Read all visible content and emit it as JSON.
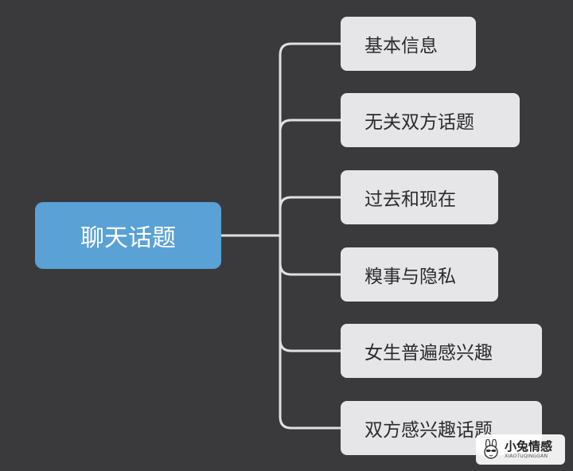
{
  "mindmap": {
    "root": {
      "label": "聊天话题",
      "color": "#5aa1d6"
    },
    "children": [
      {
        "label": "基本信息"
      },
      {
        "label": "无关双方话题"
      },
      {
        "label": "过去和现在"
      },
      {
        "label": "糗事与隐私"
      },
      {
        "label": "女生普遍感兴趣"
      },
      {
        "label": "双方感兴趣话题"
      }
    ],
    "background_color": "#3a3a3c",
    "node_color": "#e6e6e8",
    "line_color": "#e0e0e0"
  },
  "watermark": {
    "title": "小兔情感",
    "subtitle": "XIAOTUQINGGAN"
  }
}
